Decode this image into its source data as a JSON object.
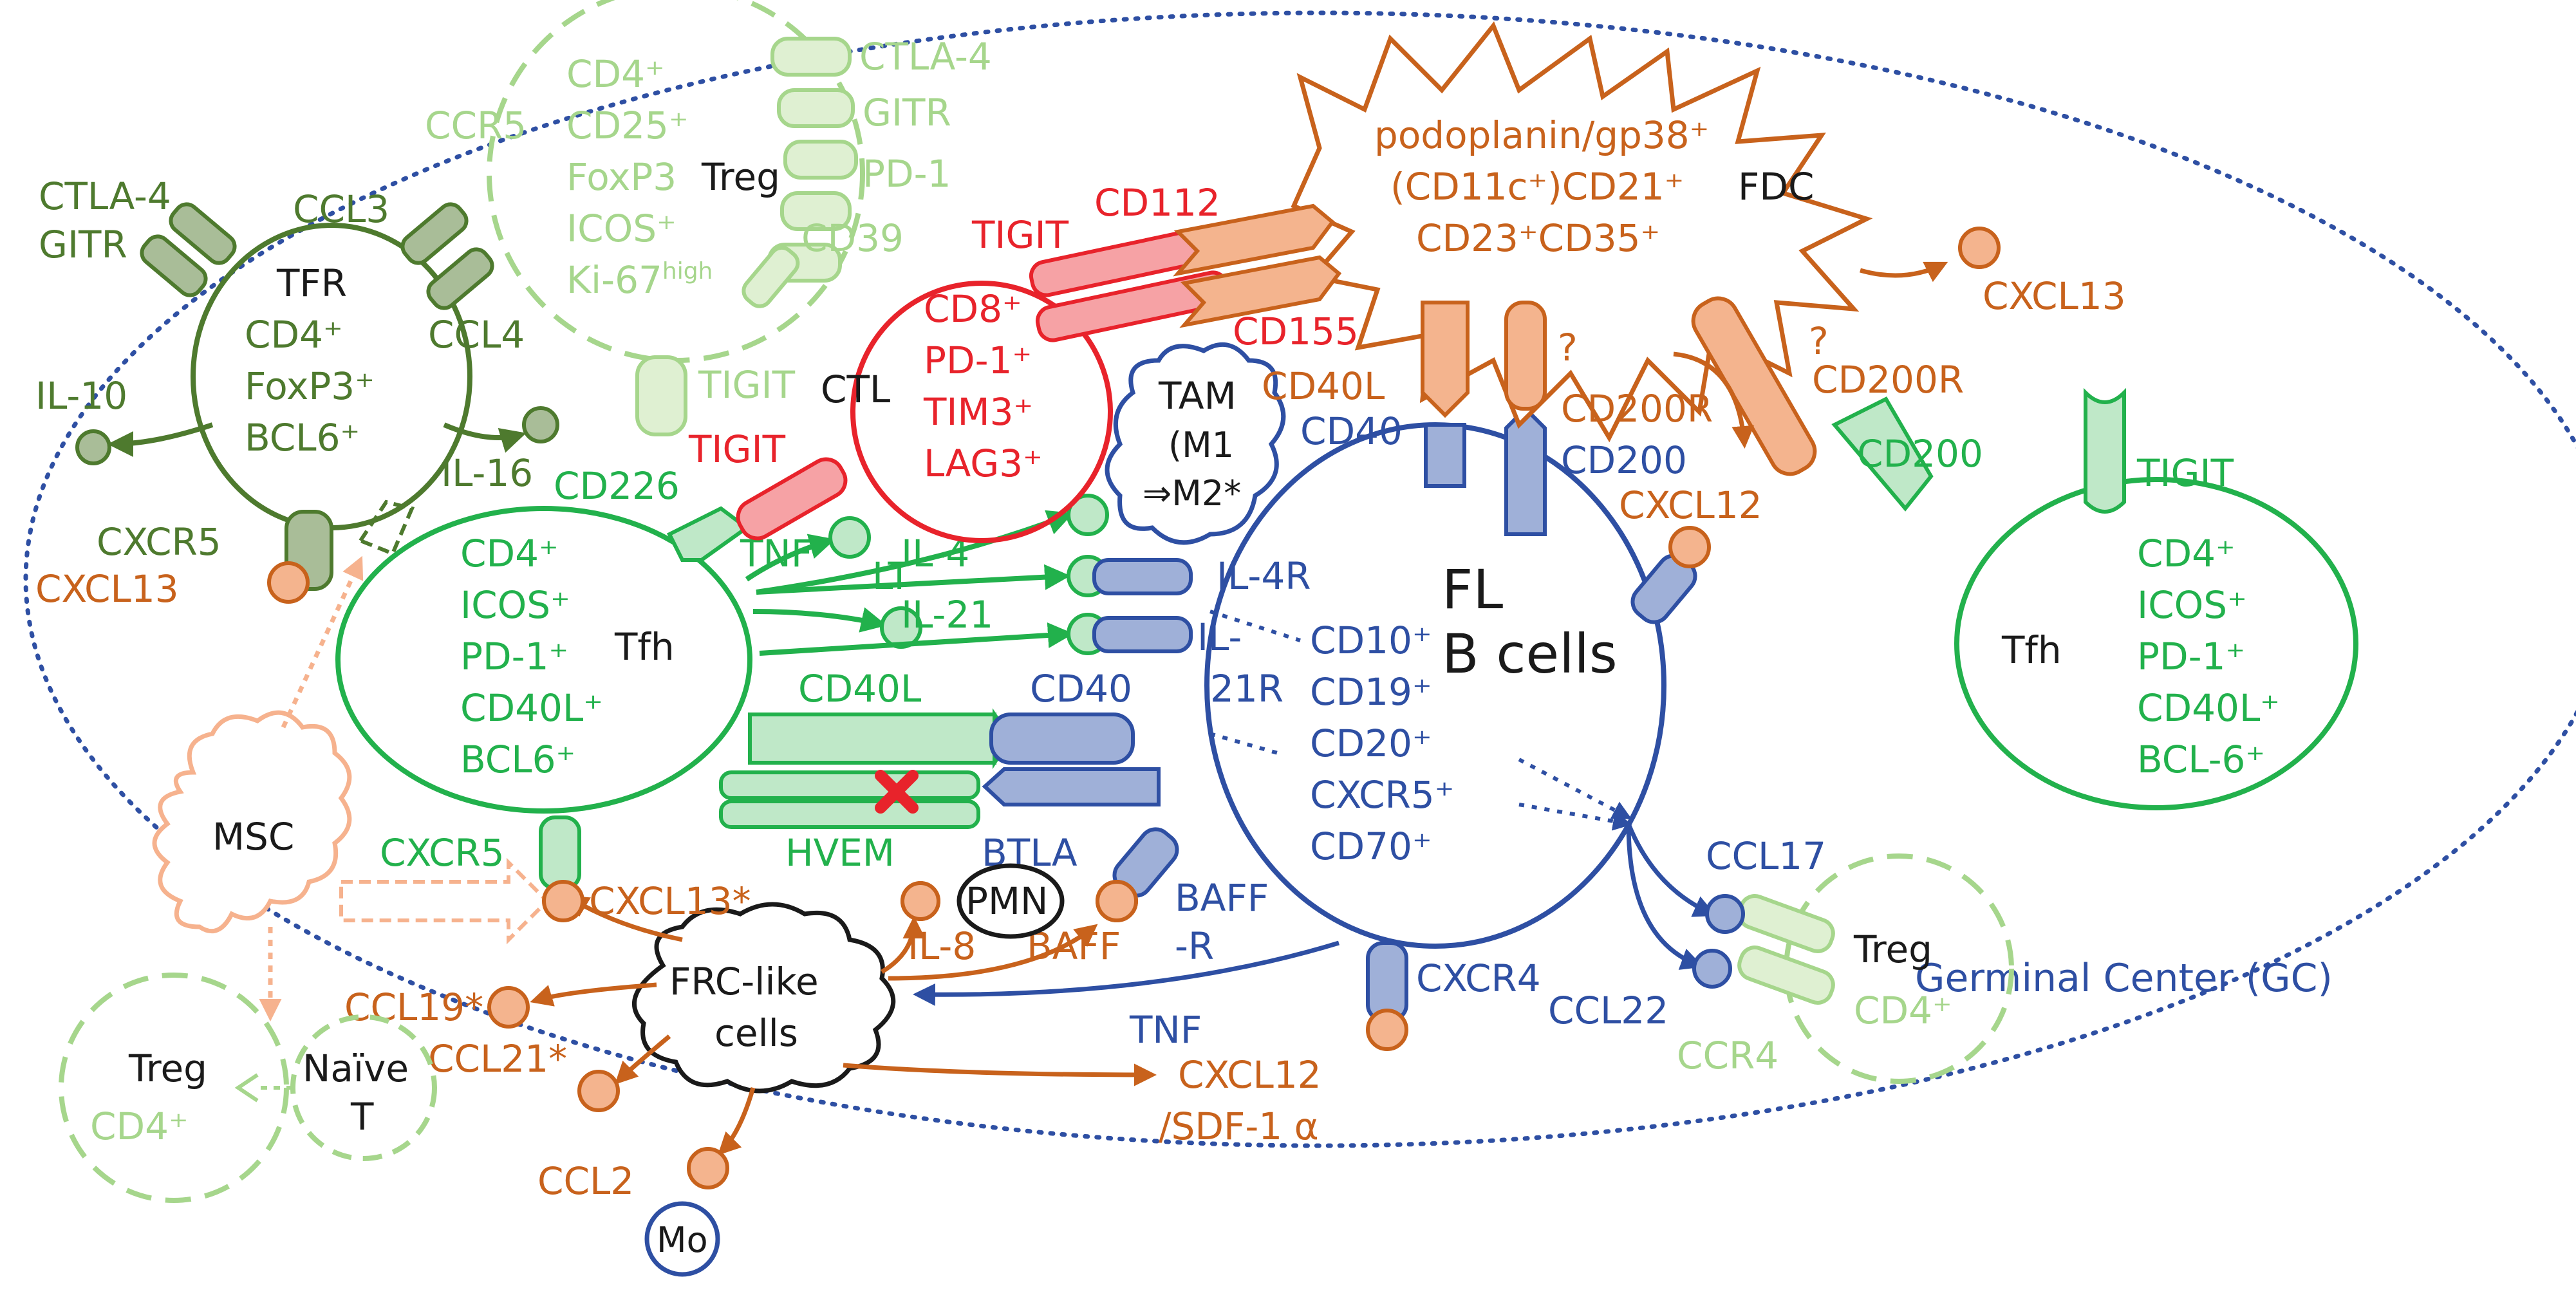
{
  "colors": {
    "gc_border": "#2e4fa3",
    "fl_blue": "#2e4fa3",
    "blue_fill": "#9fb0d8",
    "tfh_green": "#22b14c",
    "green_fill": "#bfe8c8",
    "tfr_dark_green": "#4e7a2e",
    "tfr_fill": "#a9bd98",
    "treg_light": "#a6d68c",
    "treg_fill": "#dff0d2",
    "ctl_red": "#e8232b",
    "red_fill": "#f6a2a5",
    "orange": "#c8621c",
    "orange_fill": "#f4b48e",
    "msc_peach": "#f6b28e",
    "black": "#1a1a1a"
  },
  "gc_label": "Germinal Center (GC)",
  "fl": {
    "title_1": "FL",
    "title_2": "B cells",
    "markers": [
      "CD10⁺",
      "CD19⁺",
      "CD20⁺",
      "CXCR5⁺",
      "CD70⁺"
    ],
    "receptors": {
      "il4r": "IL-4R",
      "il21r_1": "IL-",
      "il21r_2": "21R",
      "cd40_left": "CD40",
      "btla": "BTLA",
      "baffr_1": "BAFF",
      "baffr_2": "-R",
      "cd40_top": "CD40",
      "cd200": "CD200",
      "cxcr4": "CXCR4"
    }
  },
  "tfh_left": {
    "name": "Tfh",
    "markers": [
      "CD4⁺",
      "ICOS⁺",
      "PD-1⁺",
      "CD40L⁺",
      "BCL6⁺"
    ],
    "cd226": "CD226",
    "cd40l": "CD40L",
    "hvem": "HVEM",
    "cxcr5": "CXCR5",
    "tnf": "TNF",
    "lt": "LT",
    "il4": "IL-4",
    "il21": "IL-21"
  },
  "tfh_right": {
    "name": "Tfh",
    "markers": [
      "CD4⁺",
      "ICOS⁺",
      "PD-1⁺",
      "CD40L⁺",
      "BCL-6⁺"
    ],
    "cd200": "CD200",
    "tigit": "TIGIT"
  },
  "tfr": {
    "name": "TFR",
    "markers": [
      "CD4⁺",
      "FoxP3⁺",
      "BCL6⁺"
    ],
    "ctla4": "CTLA-4",
    "gitr": "GITR",
    "ccl3": "CCL3",
    "ccl4": "CCL4",
    "il10": "IL-10",
    "il16": "IL-16",
    "cxcr5": "CXCR5",
    "cxcl13": "CXCL13"
  },
  "treg_top": {
    "name": "Treg",
    "markers": [
      "CD4⁺",
      "CD25⁺",
      "FoxP3",
      "ICOS⁺",
      "Ki-67"
    ],
    "ki67_sup": "high",
    "ccr5": "CCR5",
    "receptors": [
      "CTLA-4",
      "GITR",
      "PD-1",
      "CD39"
    ],
    "tigit": "TIGIT"
  },
  "ctl": {
    "name": "CTL",
    "markers": [
      "CD8⁺",
      "PD-1⁺",
      "TIM3⁺",
      "LAG3⁺"
    ],
    "tigit_top": "TIGIT",
    "tigit_left": "TIGIT"
  },
  "tam": {
    "name": "TAM",
    "line2": "(M1",
    "line3": "⇒M2*"
  },
  "fdc": {
    "line1": "podoplanin/gp38⁺",
    "line2": "(CD11c⁺)CD21⁺",
    "line3": "CD23⁺CD35⁺",
    "name": "FDC",
    "cd112": "CD112",
    "cd155": "CD155",
    "cd40l": "CD40L",
    "cd200r": "CD200R",
    "cd200r_2": "CD200R",
    "q1": "?",
    "q2": "?",
    "cxcl13": "CXCL13",
    "cxcl12": "CXCL12"
  },
  "msc": {
    "name": "MSC"
  },
  "frc": {
    "line1": "FRC-like",
    "line2": "cells",
    "cxcl13": "CXCL13*",
    "il8": "IL-8",
    "baff": "BAFF",
    "ccl19": "CCL19*",
    "ccl21": "CCL21*",
    "ccl2": "CCL2",
    "cxcl12_1": "CXCL12",
    "cxcl12_2": "/SDF-1 α",
    "tnf": "TNF"
  },
  "pmn": "PMN",
  "mo": "Mo",
  "treg_right": {
    "name": "Treg",
    "marker": "CD4⁺",
    "ccl17": "CCL17",
    "ccl22": "CCL22",
    "ccr4": "CCR4"
  },
  "treg_bottom": {
    "name": "Treg",
    "marker": "CD4⁺"
  },
  "naive": {
    "line1": "Naïve",
    "line2": "T"
  }
}
